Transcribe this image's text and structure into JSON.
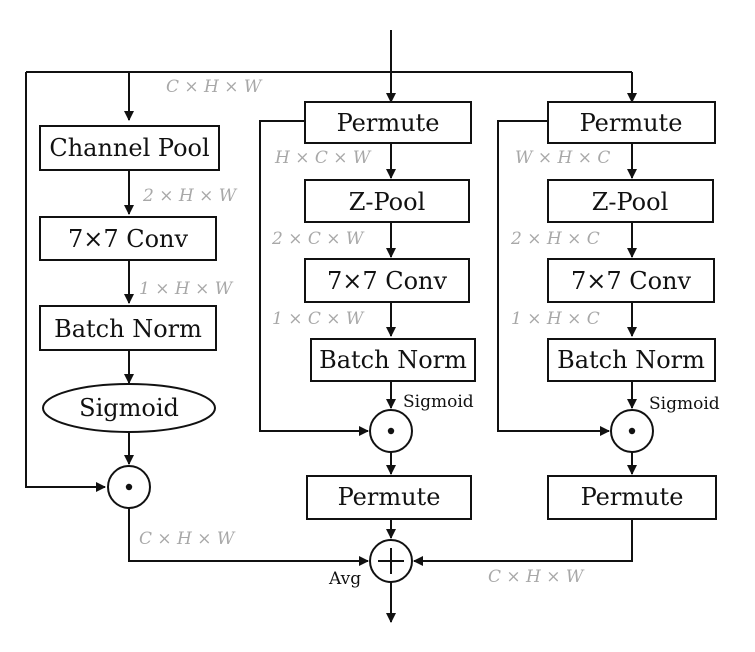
{
  "left": {
    "top_dim": "C × H × W",
    "boxes": [
      "Channel Pool",
      "7×7 Conv",
      "Batch Norm"
    ],
    "sigmoid": "Sigmoid",
    "dims": [
      "2 × H × W",
      "1 × H × W"
    ],
    "out_dim": "C × H × W"
  },
  "middle": {
    "boxes": [
      "Permute",
      "Z-Pool",
      "7×7 Conv",
      "Batch Norm",
      "Permute"
    ],
    "dims": [
      "H × C × W",
      "2 × C × W",
      "1 × C × W"
    ],
    "sigmoid": "Sigmoid"
  },
  "right": {
    "boxes": [
      "Permute",
      "Z-Pool",
      "7×7 Conv",
      "Batch Norm",
      "Permute"
    ],
    "dims": [
      "W × H × C",
      "2 × H × C",
      "1 × H × C"
    ],
    "sigmoid": "Sigmoid",
    "out_dim": "C × H × W"
  },
  "merge": {
    "avg_label": "Avg"
  }
}
